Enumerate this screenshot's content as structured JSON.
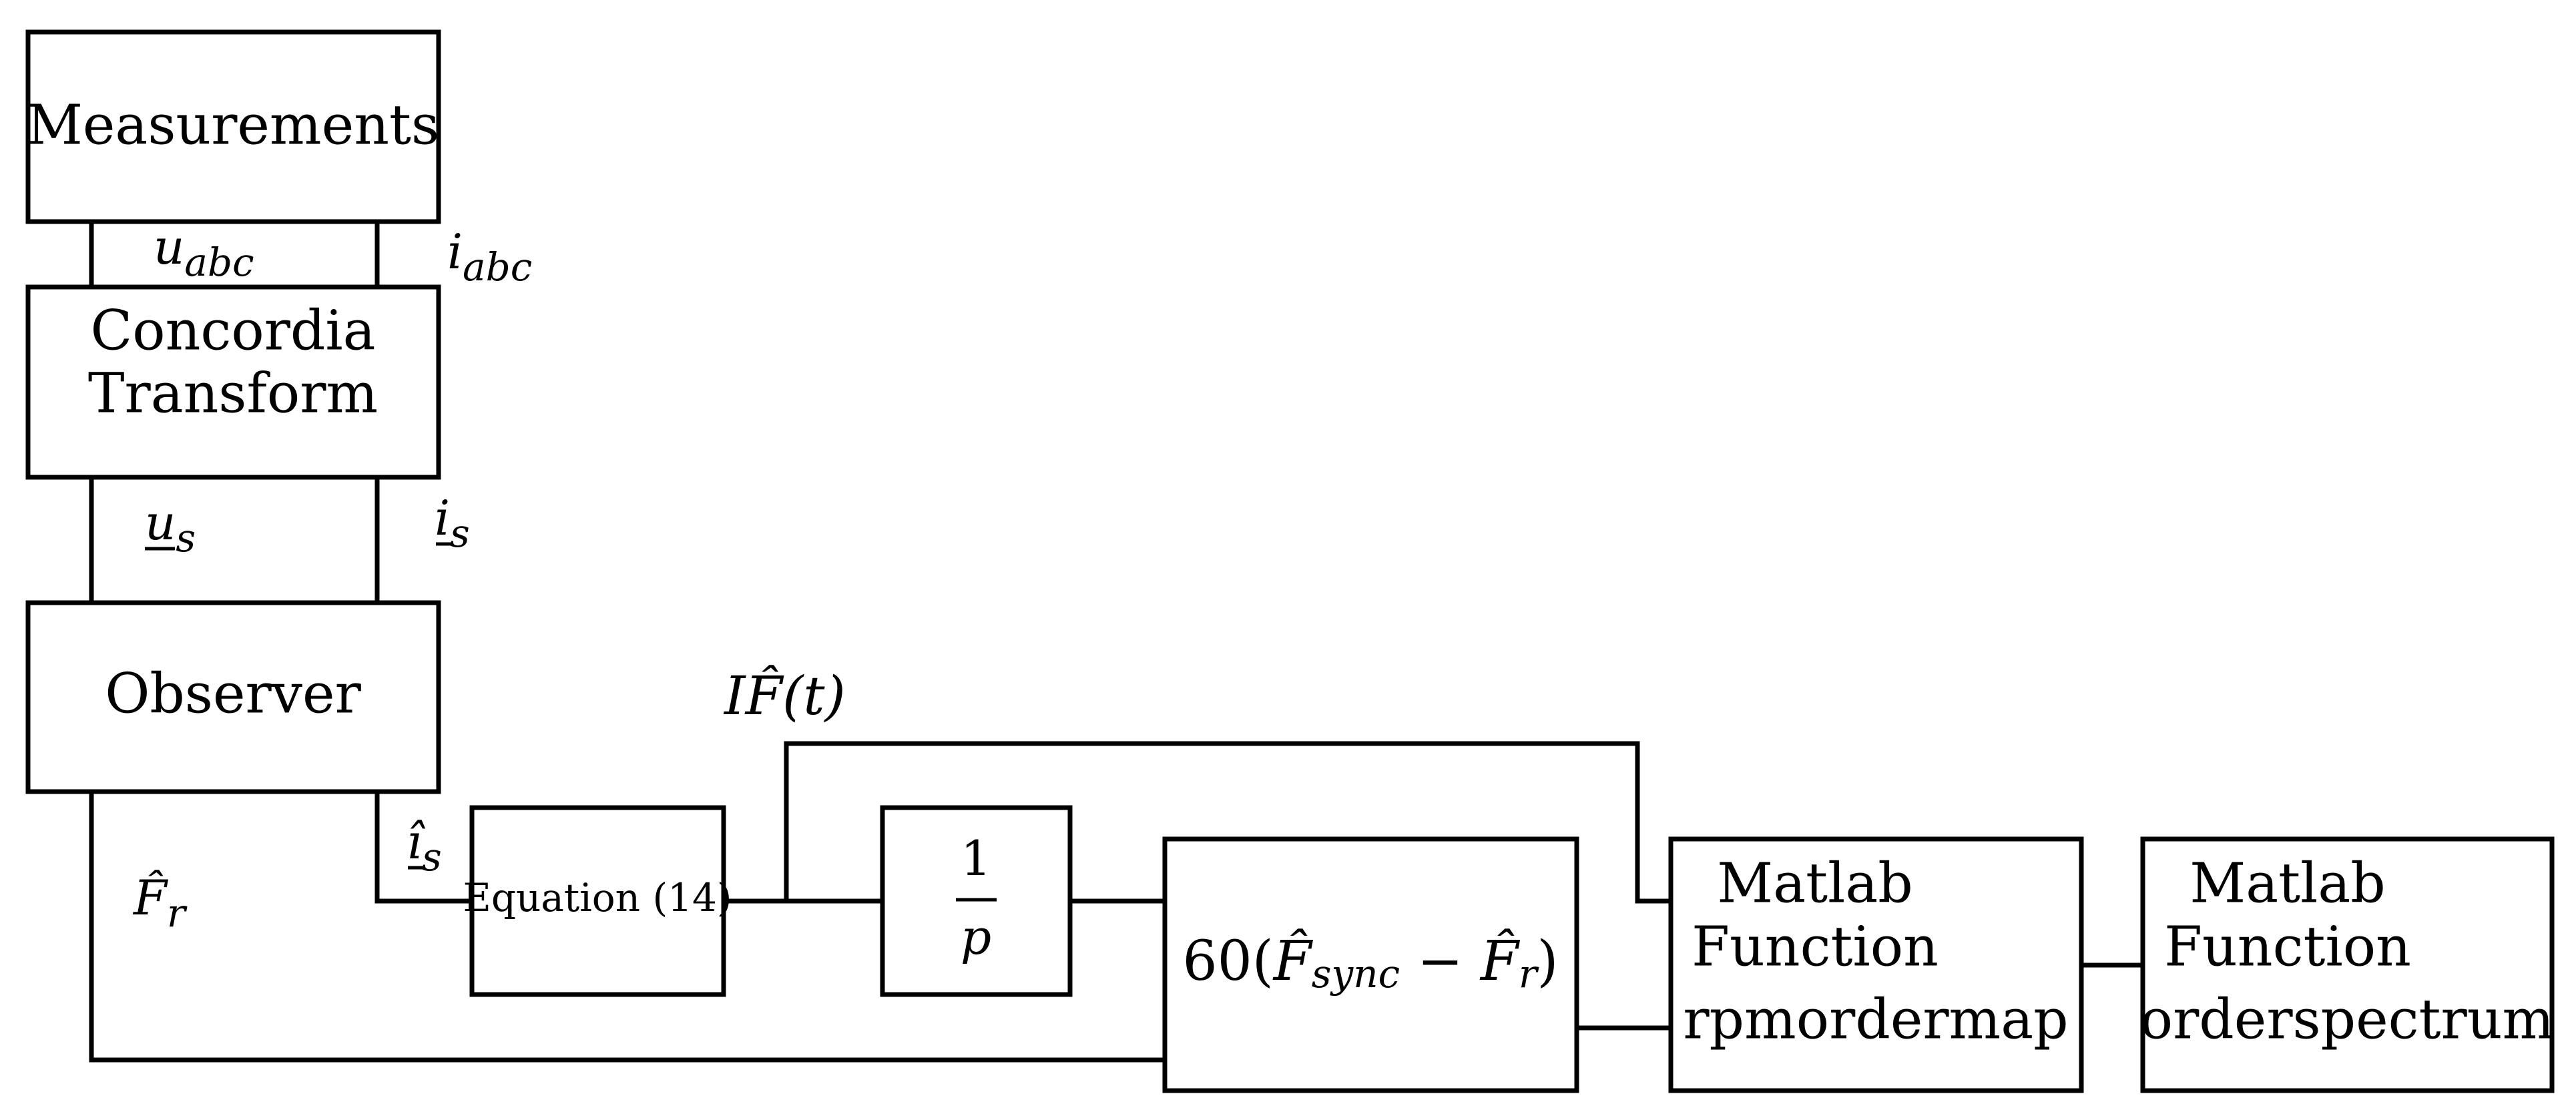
{
  "blocks": {
    "measurements": "Measurements",
    "concordia_line1": "Concordia",
    "concordia_line2": "Transform",
    "observer": "Observer",
    "equation": "Equation (14)",
    "reciprocal_num": "1",
    "reciprocal_den": "p",
    "speed_prefix": "60(",
    "speed_F": "F̂",
    "speed_sync_sub": "sync",
    "speed_minus": " − ",
    "speed_r_sub": "r",
    "speed_suffix": ")",
    "rpm_line1": "Matlab",
    "rpm_line2": "Function",
    "rpm_line3": "rpmordermap",
    "spec_line1": "Matlab",
    "spec_line2": "Function",
    "spec_line3": "orderspectrum"
  },
  "signals": {
    "u_abc_main": "u",
    "u_abc_sub": "abc",
    "i_abc_main": "i",
    "i_abc_sub": "abc",
    "u_s_main": "u",
    "u_s_sub": "s",
    "i_s_main": "i",
    "i_s_sub": "s",
    "i_s_hat_main": "î",
    "i_s_hat_sub": "s",
    "F_r_main": "F̂",
    "F_r_sub": "r",
    "IF_text": "IF̂(t)"
  }
}
